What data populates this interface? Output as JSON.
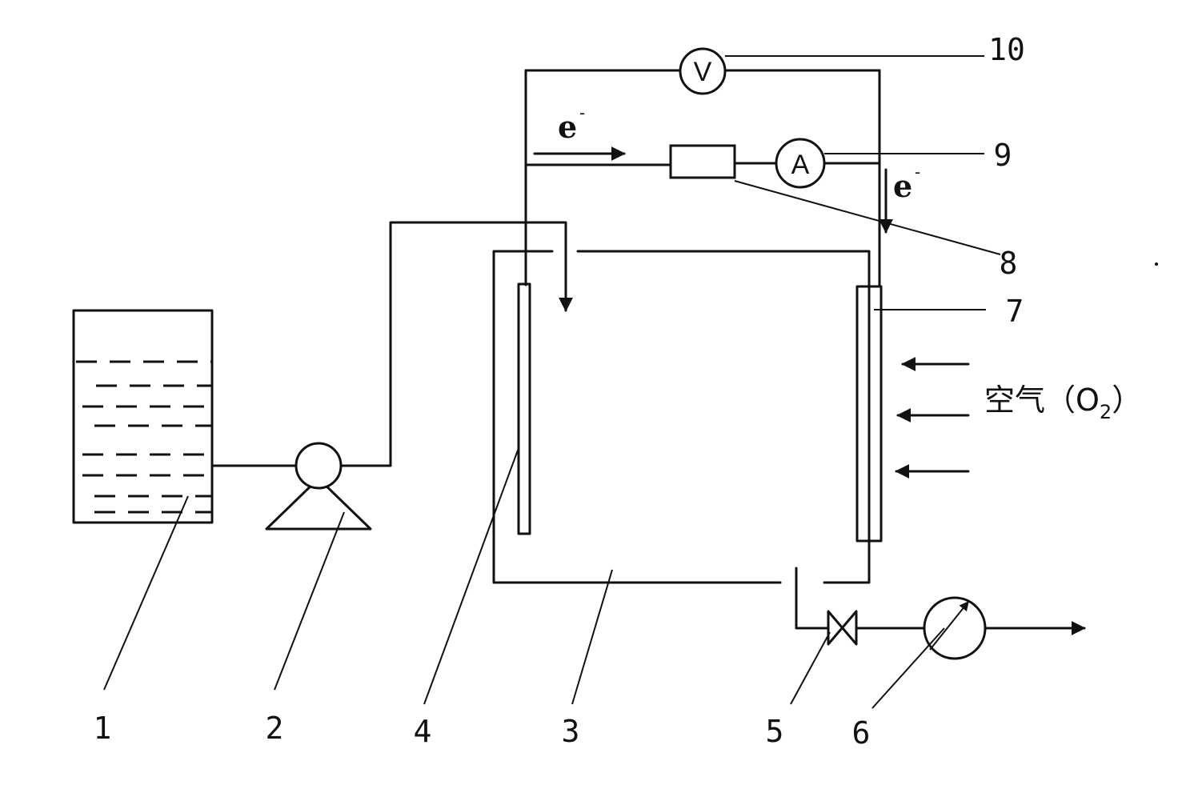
{
  "labels": {
    "tank": "1",
    "pump": "2",
    "chamber": "3",
    "anode": "4",
    "valve": "5",
    "flowmeter": "6",
    "cathode": "7",
    "resistor": "8",
    "ammeter": "9",
    "voltmeter": "10"
  },
  "meters": {
    "voltmeter_symbol": "V",
    "ammeter_symbol": "A"
  },
  "electron": {
    "symbol": "e",
    "charge": "-"
  },
  "air": {
    "text": "空气（O",
    "subscript": "2",
    "close": "）"
  }
}
